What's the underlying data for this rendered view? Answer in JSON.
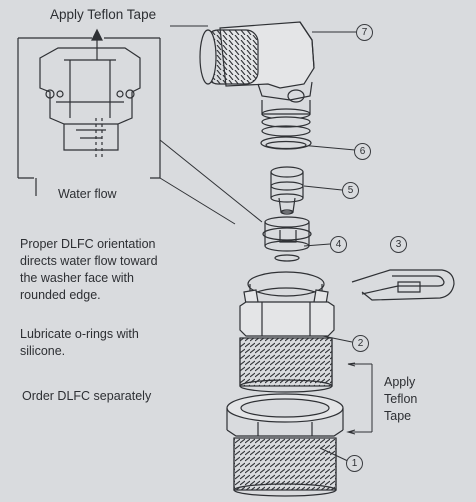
{
  "labels": {
    "apply_teflon_top": "Apply Teflon Tape",
    "water_flow": "Water flow",
    "orientation": [
      "Proper DLFC orientation",
      "directs water flow toward",
      "the washer face with",
      "rounded edge."
    ],
    "lubricate": [
      "Lubricate o-rings with",
      "silicone."
    ],
    "order": "Order DLFC separately",
    "apply_teflon_right": [
      "Apply",
      "Teflon",
      "Tape"
    ]
  },
  "callouts": [
    "1",
    "2",
    "3",
    "4",
    "5",
    "6",
    "7"
  ],
  "colors": {
    "background": "#d9dbde",
    "line": "#2f3135",
    "text": "#2d2f33"
  }
}
